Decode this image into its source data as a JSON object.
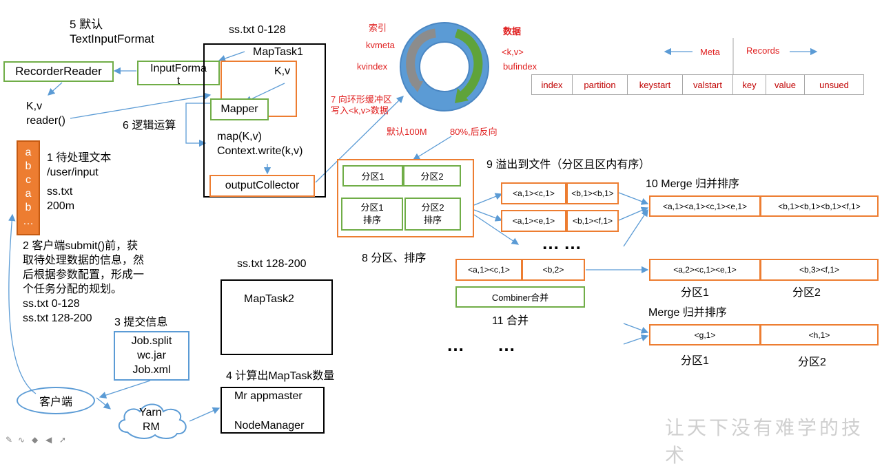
{
  "labels": {
    "step5": "5 默认",
    "textinputformat": "TextInputFormat",
    "recorderreader": "RecorderReader",
    "inputformat": "InputFormat",
    "kv_reader_1": "K,v",
    "kv_reader_2": "reader()",
    "step6": "6 逻辑运算",
    "step1_1": "1 待处理文本",
    "step1_2": "/user/input",
    "step1_3": "ss.txt",
    "step1_4": "200m",
    "step2_1": "2 客户端submit()前，获",
    "step2_2": "取待处理数据的信息，然",
    "step2_3": "后根据参数配置，形成一",
    "step2_4": "个任务分配的规划。",
    "step2_5": "ss.txt  0-128",
    "step2_6": "ss.txt  128-200",
    "step3": "3 提交信息",
    "job_split": "Job.split",
    "wc_jar": "wc.jar",
    "job_xml": "Job.xml",
    "client": "客户端",
    "yarn_1": "Yarn",
    "yarn_2": "RM",
    "step4": "4 计算出MapTask数量",
    "mr_appmaster": "Mr appmaster",
    "nodemanager": "NodeManager",
    "sstxt_0_128": "ss.txt 0-128",
    "maptask1": "MapTask1",
    "kv_map": "K,v",
    "mapper": "Mapper",
    "map_kv": "map(K,v)",
    "context_write": "Context.write(k,v)",
    "outputcollector": "outputCollector",
    "sstxt_128_200": "ss.txt 128-200",
    "maptask2": "MapTask2",
    "index_label": "索引",
    "kvmeta": "kvmeta",
    "kvindex": "kvindex",
    "data_label": "数据",
    "kv_angle": "<k,v>",
    "bufindex": "bufindex",
    "step7_1": "7 向环形缓冲区",
    "step7_2": "写入<k,v>数据",
    "default_100m": "默认100M",
    "pct_80": "80%,后反向",
    "meta": "Meta",
    "records": "Records",
    "partition1": "分区1",
    "partition2": "分区2",
    "partition1_sort_1": "分区1",
    "partition1_sort_2": "排序",
    "partition2_sort_1": "分区2",
    "partition2_sort_2": "排序",
    "step8": "8 分区、排序",
    "step9": "9 溢出到文件（分区且区内有序）",
    "step10": "10 Merge 归并排序",
    "combiner": "Combiner合并",
    "step11": "11 合并",
    "merge_sort": "Merge 归并排序",
    "p1_label_a": "分区1",
    "p2_label_a": "分区2",
    "p1_label_b": "分区1",
    "p2_label_b": "分区2",
    "stack": [
      "a",
      "b",
      "c",
      "a",
      "b",
      "…"
    ],
    "dots_mid": "……",
    "dots_bottom_1": "…",
    "dots_bottom_2": "…",
    "watermark": "让天下没有难学的技术"
  },
  "meta_table": [
    "index",
    "partition",
    "keystart",
    "valstart",
    "key",
    "value",
    "unsued"
  ],
  "spill": {
    "row1": [
      "<a,1><c,1>",
      "<b,1><b,1>"
    ],
    "row2": [
      "<a,1><e,1>",
      "<b,1><f,1>"
    ],
    "combiner_row": [
      "<a,1><c,1>",
      "<b,2>"
    ],
    "merge_row": [
      "<a,1><a,1><c,1><e,1>",
      "<b,1><b,1><b,1><f,1>"
    ],
    "merged_row": [
      "<a,2><c,1><e,1>",
      "<b,3><f,1>"
    ],
    "merge2_row": [
      "<g,1>",
      "<h,1>"
    ]
  },
  "colors": {
    "green": "#70ad47",
    "orange": "#ed7d31",
    "blue": "#5b9bd5",
    "red": "#e02020"
  },
  "icons": [
    "pen-icon",
    "wave-icon",
    "eraser-icon",
    "highlighter-icon",
    "pointer-icon"
  ]
}
